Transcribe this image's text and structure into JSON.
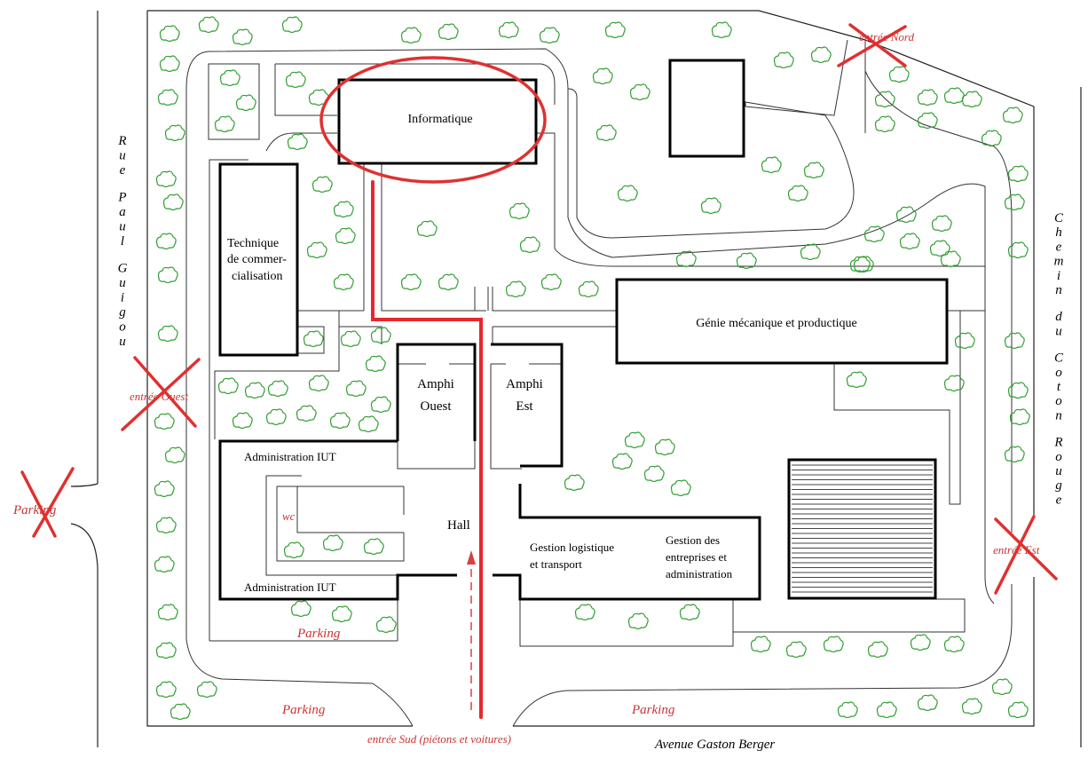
{
  "map": {
    "buildings": {
      "informatique": "Informatique",
      "technique": [
        "Technique",
        "de commer-",
        "cialisation"
      ],
      "genie": "Génie mécanique et productique",
      "amphi_ouest": [
        "Amphi",
        "Ouest"
      ],
      "amphi_est": [
        "Amphi",
        "Est"
      ],
      "admin_top": "Administration IUT",
      "admin_bottom": "Administration IUT",
      "wc": "wc",
      "hall": "Hall",
      "gestion_logistique": [
        "Gestion logistique",
        "et transport"
      ],
      "gestion_entreprises": [
        "Gestion des",
        "entreprises et",
        "administration"
      ]
    },
    "streets": {
      "west": "Rue Paul Guigou",
      "east": "Chemin du Coton Rouge",
      "south": "Avenue Gaston Berger"
    },
    "entrances": {
      "nord": "entrée Nord",
      "ouest": "entrée Ouest",
      "est": "entrée Est",
      "sud": "entrée Sud (piétons et voitures)"
    },
    "parkings": {
      "west": "Parking",
      "inner": "Parking",
      "south_left": "Parking",
      "south_right": "Parking"
    },
    "colors": {
      "route": "#e8262b",
      "labels": "#cc3333",
      "trees": "#2e9e2e",
      "closed": "#e03030"
    }
  }
}
